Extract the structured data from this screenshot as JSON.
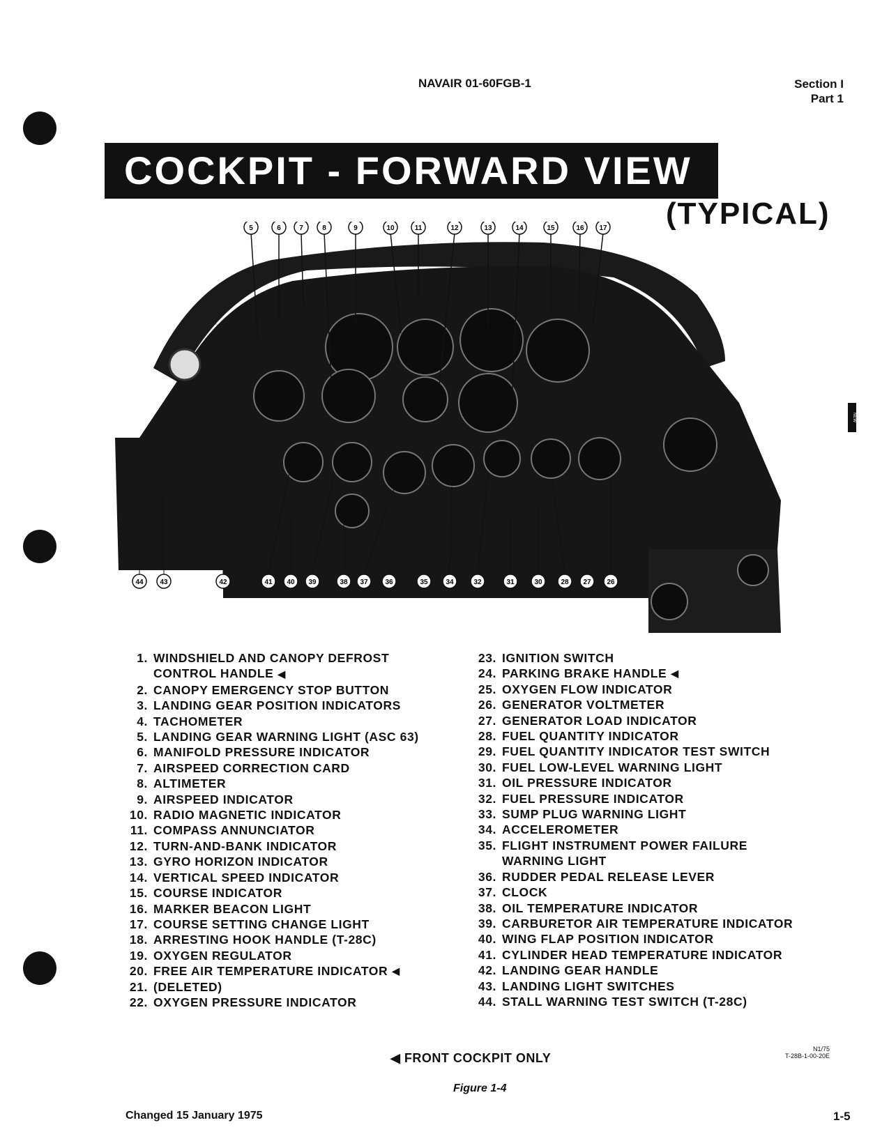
{
  "header": {
    "doc_number": "NAVAIR 01-60FGB-1",
    "section": "Section I",
    "part": "Part 1"
  },
  "title": "COCKPIT - FORWARD VIEW",
  "subtitle": "(TYPICAL)",
  "side_tab": "NEW",
  "callouts_top": [
    "5",
    "6",
    "7",
    "8",
    "9",
    "10",
    "11",
    "12",
    "13",
    "14",
    "15",
    "16",
    "17"
  ],
  "callouts_bottom": [
    "44",
    "43",
    "42",
    "41",
    "40",
    "39",
    "38",
    "37",
    "36",
    "35",
    "34",
    "32",
    "31",
    "30",
    "28",
    "27",
    "26"
  ],
  "legend_left": [
    {
      "num": "1.",
      "text": "WINDSHIELD AND CANOPY DEFROST",
      "cont": "CONTROL HANDLE",
      "front": true
    },
    {
      "num": "2.",
      "text": "CANOPY EMERGENCY STOP BUTTON"
    },
    {
      "num": "3.",
      "text": "LANDING GEAR POSITION INDICATORS"
    },
    {
      "num": "4.",
      "text": "TACHOMETER"
    },
    {
      "num": "5.",
      "text": "LANDING GEAR WARNING LIGHT (ASC 63)"
    },
    {
      "num": "6.",
      "text": "MANIFOLD PRESSURE INDICATOR"
    },
    {
      "num": "7.",
      "text": "AIRSPEED CORRECTION CARD"
    },
    {
      "num": "8.",
      "text": "ALTIMETER"
    },
    {
      "num": "9.",
      "text": "AIRSPEED INDICATOR"
    },
    {
      "num": "10.",
      "text": "RADIO MAGNETIC INDICATOR"
    },
    {
      "num": "11.",
      "text": "COMPASS ANNUNCIATOR"
    },
    {
      "num": "12.",
      "text": "TURN-AND-BANK INDICATOR"
    },
    {
      "num": "13.",
      "text": "GYRO HORIZON INDICATOR"
    },
    {
      "num": "14.",
      "text": "VERTICAL SPEED INDICATOR"
    },
    {
      "num": "15.",
      "text": "COURSE INDICATOR"
    },
    {
      "num": "16.",
      "text": "MARKER BEACON LIGHT"
    },
    {
      "num": "17.",
      "text": "COURSE SETTING CHANGE LIGHT"
    },
    {
      "num": "18.",
      "text": "ARRESTING HOOK HANDLE (T-28C)"
    },
    {
      "num": "19.",
      "text": "OXYGEN REGULATOR"
    },
    {
      "num": "20.",
      "text": "FREE AIR TEMPERATURE INDICATOR",
      "front": true
    },
    {
      "num": "21.",
      "text": "(DELETED)"
    },
    {
      "num": "22.",
      "text": "OXYGEN PRESSURE INDICATOR"
    }
  ],
  "legend_right": [
    {
      "num": "23.",
      "text": "IGNITION SWITCH"
    },
    {
      "num": "24.",
      "text": "PARKING BRAKE HANDLE",
      "front": true
    },
    {
      "num": "25.",
      "text": "OXYGEN FLOW INDICATOR"
    },
    {
      "num": "26.",
      "text": "GENERATOR VOLTMETER"
    },
    {
      "num": "27.",
      "text": "GENERATOR LOAD INDICATOR"
    },
    {
      "num": "28.",
      "text": "FUEL QUANTITY INDICATOR"
    },
    {
      "num": "29.",
      "text": "FUEL QUANTITY INDICATOR TEST SWITCH"
    },
    {
      "num": "30.",
      "text": "FUEL LOW-LEVEL WARNING LIGHT"
    },
    {
      "num": "31.",
      "text": "OIL PRESSURE INDICATOR"
    },
    {
      "num": "32.",
      "text": "FUEL PRESSURE INDICATOR"
    },
    {
      "num": "33.",
      "text": "SUMP PLUG WARNING LIGHT"
    },
    {
      "num": "34.",
      "text": "ACCELEROMETER"
    },
    {
      "num": "35.",
      "text": "FLIGHT INSTRUMENT POWER FAILURE",
      "cont": "WARNING LIGHT"
    },
    {
      "num": "36.",
      "text": "RUDDER PEDAL RELEASE LEVER"
    },
    {
      "num": "37.",
      "text": "CLOCK"
    },
    {
      "num": "38.",
      "text": "OIL TEMPERATURE INDICATOR"
    },
    {
      "num": "39.",
      "text": "CARBURETOR AIR TEMPERATURE INDICATOR"
    },
    {
      "num": "40.",
      "text": "WING FLAP POSITION INDICATOR"
    },
    {
      "num": "41.",
      "text": "CYLINDER HEAD TEMPERATURE INDICATOR"
    },
    {
      "num": "42.",
      "text": "LANDING GEAR HANDLE"
    },
    {
      "num": "43.",
      "text": "LANDING LIGHT SWITCHES"
    },
    {
      "num": "44.",
      "text": "STALL WARNING TEST SWITCH (T-28C)"
    }
  ],
  "footnote": "FRONT COCKPIT ONLY",
  "ref_code": [
    "N1/75",
    "T-28B-1-00-20E"
  ],
  "figure_label": "Figure 1-4",
  "changed_date": "Changed 15 January 1975",
  "page_number": "1-5"
}
